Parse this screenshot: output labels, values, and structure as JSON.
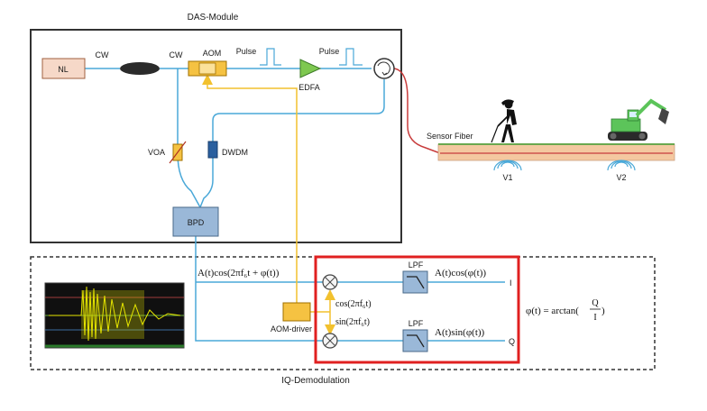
{
  "labels": {
    "das_module": "DAS-Module",
    "iq_demodulation": "IQ-Demodulation",
    "nl": "NL",
    "cw_1": "CW",
    "cw_2": "CW",
    "aom": "AOM",
    "pulse_1": "Pulse",
    "pulse_2": "Pulse",
    "edfa": "EDFA",
    "voa": "VOA",
    "dwdm": "DWDM",
    "bpd": "BPD",
    "sensor_fiber": "Sensor Fiber",
    "v1": "V1",
    "v2": "V2",
    "aom_driver": "AOM-driver",
    "lpf_1": "LPF",
    "lpf_2": "LPF",
    "i_out": "I",
    "q_out": "Q"
  },
  "formulas": {
    "beat_signal": "A(t)cos(2πf₆t + φ(t))",
    "cos_ref": "cos(2πf₆t)",
    "sin_ref": "sin(2πf₆t)",
    "i_branch": "A(t)cos(φ(t))",
    "q_branch": "A(t)sin(φ(t))",
    "phase_lhs": "φ(t) = arctan(",
    "phase_num": "Q",
    "phase_den": "I",
    "phase_rhs": ")"
  },
  "colors": {
    "fiber_blue": "#4aa8d8",
    "rf_yellow": "#f2c12e",
    "module_border": "#333333",
    "highlight_red": "#e02020",
    "nl_fill": "#f6d8c8",
    "aom_fill": "#f5c242",
    "edfa_fill": "#7ec850",
    "bpd_fill": "#9ab8d8",
    "dwdm_fill": "#2a5f9e",
    "sensor_fill": "#f4c8a0",
    "sensor_line": "#c83c3c",
    "sensor_ground": "#6aa84f",
    "osc_bg": "#101010",
    "osc_trace": "#e6e600"
  }
}
